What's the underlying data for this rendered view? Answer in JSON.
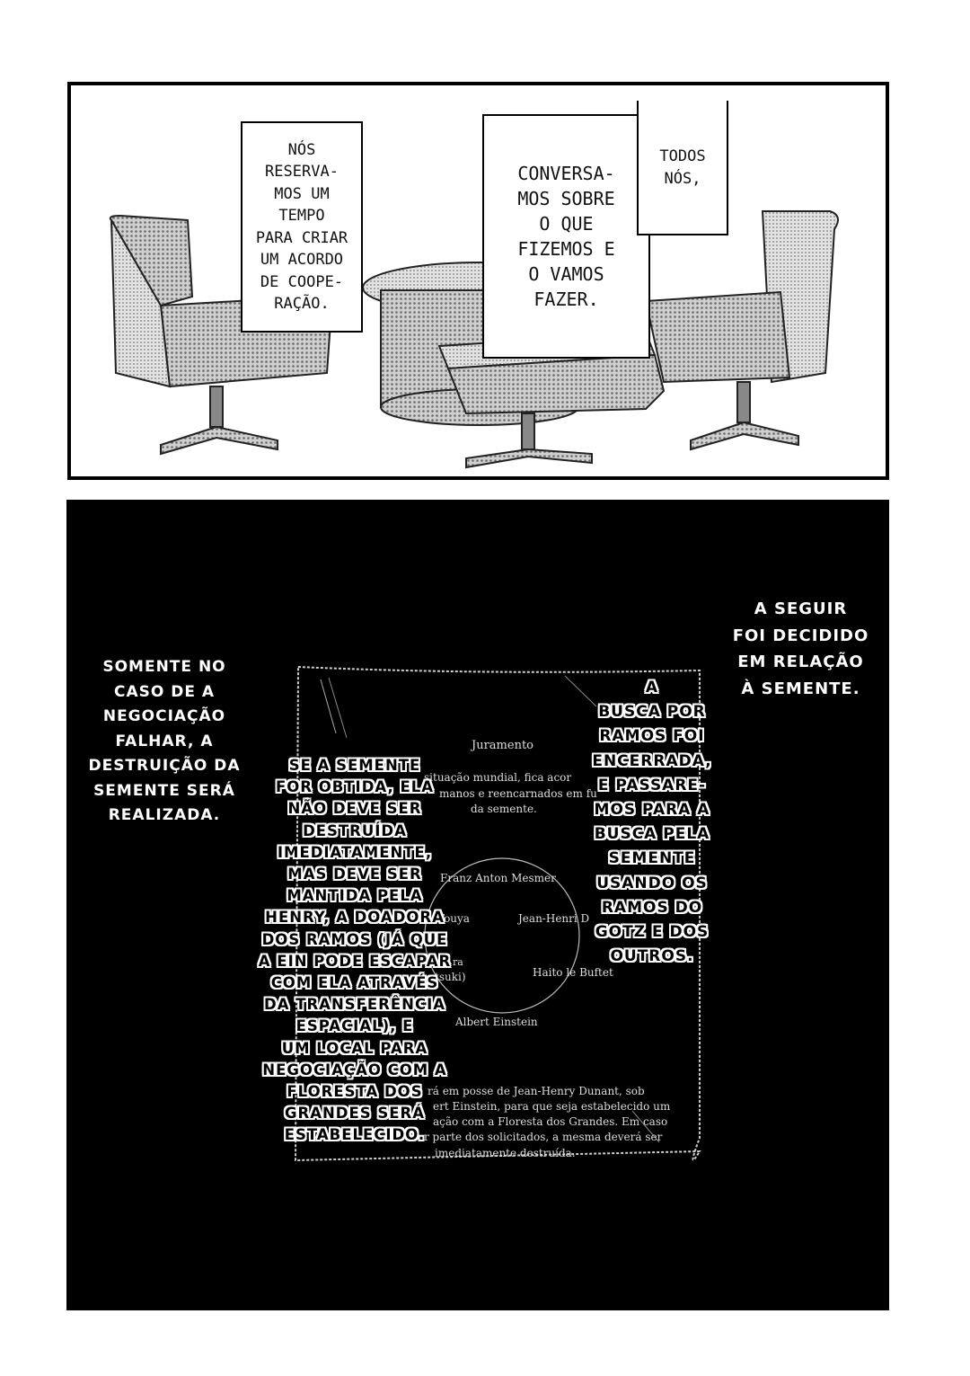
{
  "bubbles": {
    "reservamos": "NÓS\nRESERVA-\nMOS UM\nTEMPO\nPARA CRIAR\nUM ACORDO\nDE COOPE-\nRAÇÃO.",
    "conversamos": "CONVERSA-\nMOS SOBRE\nO QUE\nFIZEMOS E\nO VAMOS\nFAZER.",
    "todos": "TODOS\nNÓS,"
  },
  "captions": {
    "somente": "SOMENTE NO\nCASO DE A\nNEGOCIAÇÃO\nFALHAR, A\nDESTRUIÇÃO DA\nSEMENTE SERÁ\nREALIZADA.",
    "se_a_semente": "SE A SEMENTE\nFOR OBTIDA, ELA\nNÃO DEVE SER\nDESTRUÍDA\nIMEDIATAMENTE,\nMAS DEVE SER\nMANTIDA PELA\nHENRY, A DOADORA\nDOS RAMOS (JÁ QUE\nA EIN PODE ESCAPAR\nCOM ELA ATRAVÉS\nDA TRANSFERÊNCIA\nESPACIAL), E\nUM LOCAL PARA\nNEGOCIAÇÃO COM A\nFLORESTA DOS\nGRANDES SERÁ\nESTABELECIDO.",
    "busca": "A\nBUSCA POR\nRAMOS FOI\nENCERRADA,\nE PASSARE-\nMOS PARA A\nBUSCA PELA\nSEMENTE\nUSANDO OS\nRAMOS DO\nGOTZ E DOS\nOUTROS.",
    "a_seguir": "A SEGUIR\nFOI DECIDIDO\nEM RELAÇÃO\nÀ SEMENTE."
  },
  "document": {
    "title": "Juramento",
    "line1": "situação mundial, fica acor",
    "line2": "manos e reencarnados em fu",
    "line3": "da semente.",
    "names": [
      "Franz Anton Mesmer",
      "Touya",
      "Jean-Henri D",
      "Haito le Buftet",
      "Albert Einstein",
      "tsuki)",
      "ra"
    ],
    "bottom1": "rá em posse de Jean-Henry Dunant, sob",
    "bottom2": "ert Einstein, para que seja estabelecido um",
    "bottom3": "ação com a Floresta dos Grandes. Em caso",
    "bottom4": "r parte dos solicitados, a mesma deverá ser",
    "bottom5": "imediatamente destruída."
  }
}
